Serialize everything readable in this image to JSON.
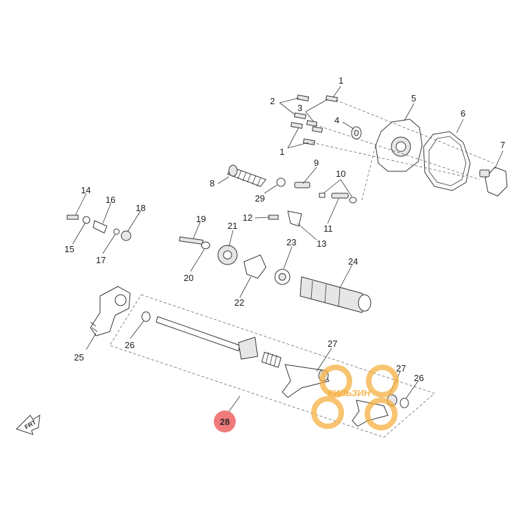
{
  "diagram": {
    "part_numbers": [
      "1",
      "2",
      "3",
      "4",
      "5",
      "6",
      "7",
      "8",
      "9",
      "10",
      "11",
      "12",
      "13",
      "14",
      "15",
      "16",
      "17",
      "18",
      "19",
      "20",
      "21",
      "22",
      "23",
      "24",
      "25",
      "26",
      "27",
      "28"
    ],
    "labels": [
      {
        "id": "1",
        "text": "1"
      },
      {
        "id": "2",
        "text": "2"
      },
      {
        "id": "3",
        "text": "3"
      },
      {
        "id": "4",
        "text": "4"
      },
      {
        "id": "5",
        "text": "5"
      },
      {
        "id": "6",
        "text": "6"
      },
      {
        "id": "7",
        "text": "7"
      },
      {
        "id": "1b",
        "text": "1"
      },
      {
        "id": "8",
        "text": "8"
      },
      {
        "id": "9",
        "text": "9"
      },
      {
        "id": "10",
        "text": "10"
      },
      {
        "id": "29",
        "text": "29"
      },
      {
        "id": "11",
        "text": "11"
      },
      {
        "id": "12",
        "text": "12"
      },
      {
        "id": "13",
        "text": "13"
      },
      {
        "id": "14",
        "text": "14"
      },
      {
        "id": "15",
        "text": "15"
      },
      {
        "id": "16",
        "text": "16"
      },
      {
        "id": "17",
        "text": "17"
      },
      {
        "id": "18",
        "text": "18"
      },
      {
        "id": "19",
        "text": "19"
      },
      {
        "id": "20",
        "text": "20"
      },
      {
        "id": "21",
        "text": "21"
      },
      {
        "id": "22",
        "text": "22"
      },
      {
        "id": "23",
        "text": "23"
      },
      {
        "id": "24",
        "text": "24"
      },
      {
        "id": "25",
        "text": "25"
      },
      {
        "id": "26",
        "text": "26"
      },
      {
        "id": "26b",
        "text": "26"
      },
      {
        "id": "27",
        "text": "27"
      },
      {
        "id": "27b",
        "text": "27"
      }
    ],
    "highlight": {
      "text": "28",
      "color": "#f07a7a"
    },
    "front_arrow": {
      "text": "FRT"
    },
    "watermark": {
      "text": "КИЛЬЗИН",
      "color": "#f5b041"
    }
  }
}
